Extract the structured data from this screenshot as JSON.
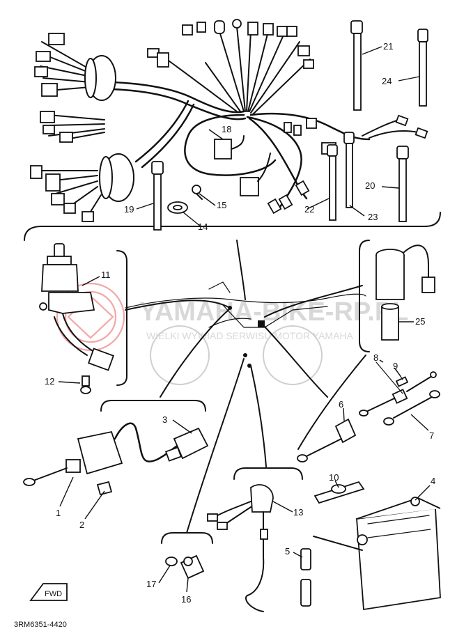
{
  "diagram_code": "3RM6351-4420",
  "fwd_label": "FWD",
  "watermark": {
    "main": "YAMAHA-BIKE-RP.PL",
    "sub": "WIELKI WYWIAD SERWISU MOTOR YAMAHA"
  },
  "parts": [
    {
      "id": "p1",
      "number": "1"
    },
    {
      "id": "p2",
      "number": "2"
    },
    {
      "id": "p3",
      "number": "3"
    },
    {
      "id": "p4",
      "number": "4"
    },
    {
      "id": "p5",
      "number": "5"
    },
    {
      "id": "p6",
      "number": "6"
    },
    {
      "id": "p7",
      "number": "7"
    },
    {
      "id": "p8",
      "number": "8"
    },
    {
      "id": "p9",
      "number": "9"
    },
    {
      "id": "p10",
      "number": "10"
    },
    {
      "id": "p11",
      "number": "11"
    },
    {
      "id": "p12",
      "number": "12"
    },
    {
      "id": "p13",
      "number": "13"
    },
    {
      "id": "p14",
      "number": "14"
    },
    {
      "id": "p15",
      "number": "15"
    },
    {
      "id": "p16",
      "number": "16"
    },
    {
      "id": "p17",
      "number": "17"
    },
    {
      "id": "p18",
      "number": "18"
    },
    {
      "id": "p19",
      "number": "19"
    },
    {
      "id": "p20",
      "number": "20"
    },
    {
      "id": "p21",
      "number": "21"
    },
    {
      "id": "p22",
      "number": "22"
    },
    {
      "id": "p23",
      "number": "23"
    },
    {
      "id": "p24",
      "number": "24"
    },
    {
      "id": "p25",
      "number": "25"
    }
  ],
  "colors": {
    "ink": "#111111",
    "watermark_gray": "#d8d8d8",
    "watermark_red": "#f2a7a7"
  }
}
